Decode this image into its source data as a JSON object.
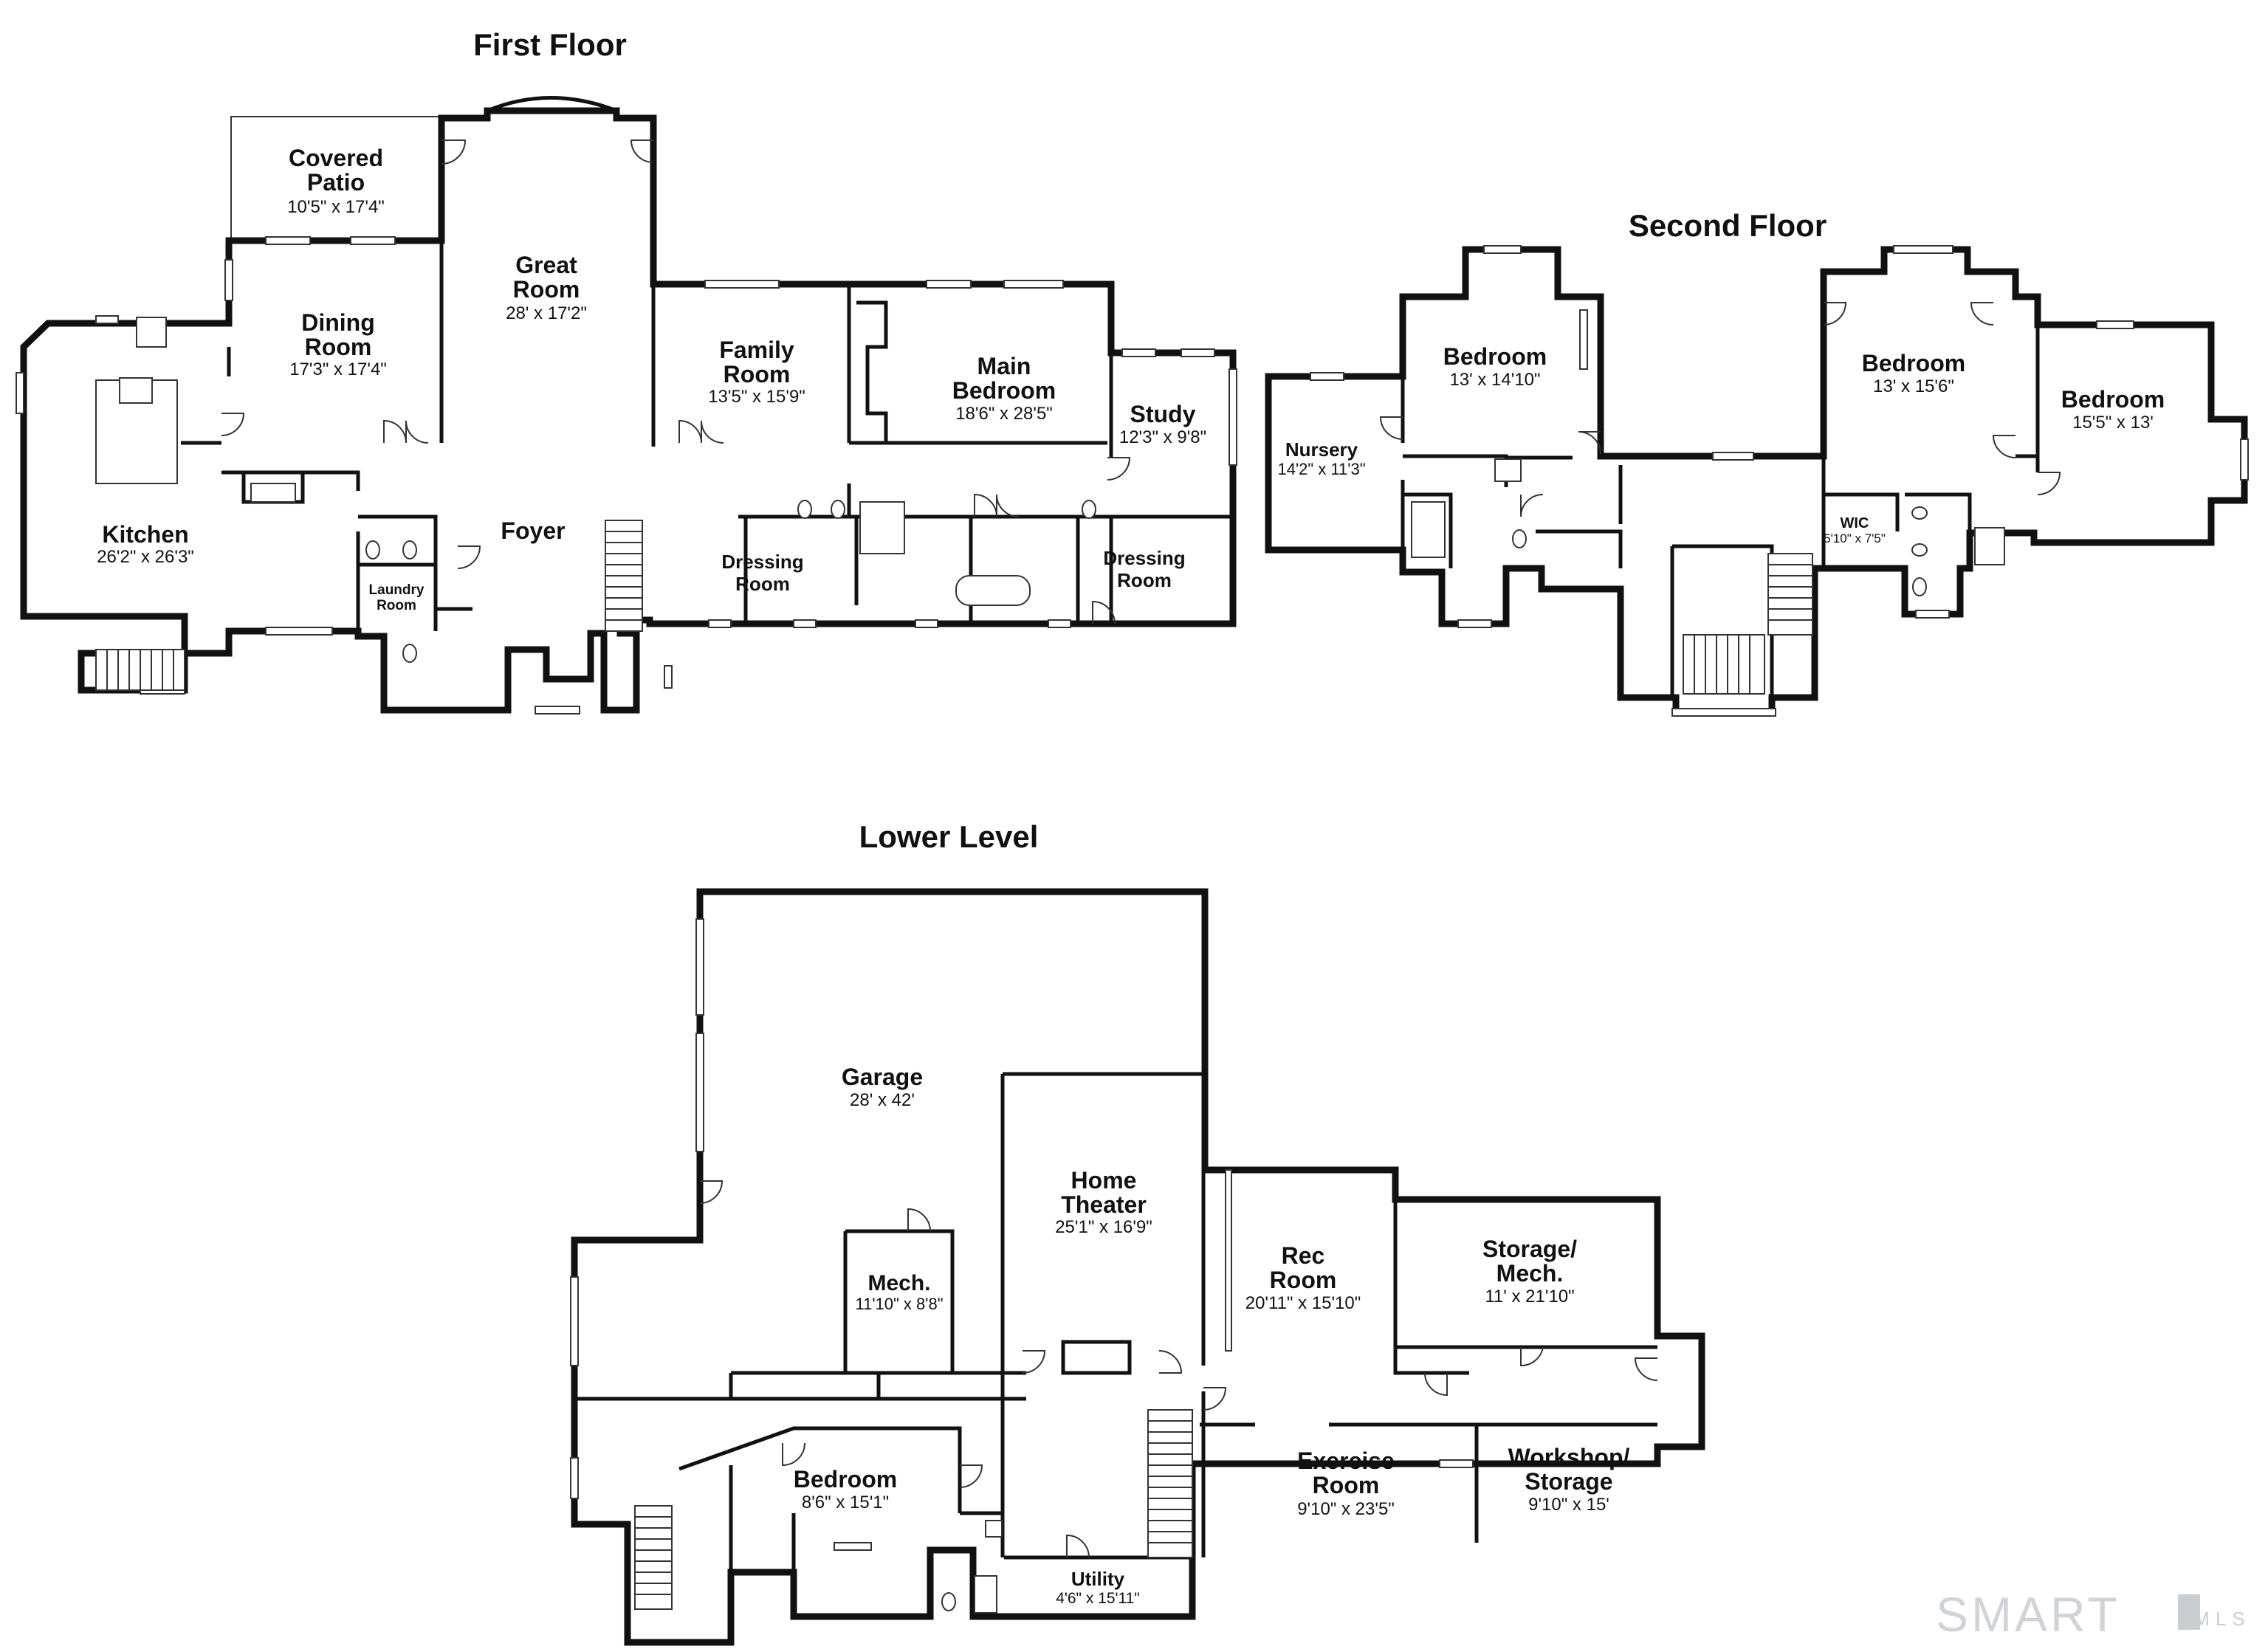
{
  "floors": {
    "first": {
      "title": "First Floor",
      "rooms": {
        "covered_patio": {
          "name_1": "Covered",
          "name_2": "Patio",
          "dims": "10'5\" x 17'4\""
        },
        "great_room": {
          "name_1": "Great",
          "name_2": "Room",
          "dims": "28' x 17'2\""
        },
        "dining_room": {
          "name_1": "Dining",
          "name_2": "Room",
          "dims": "17'3\" x 17'4\""
        },
        "family_room": {
          "name_1": "Family",
          "name_2": "Room",
          "dims": "13'5\" x 15'9\""
        },
        "main_bedroom": {
          "name_1": "Main",
          "name_2": "Bedroom",
          "dims": "18'6\" x 28'5\""
        },
        "study": {
          "name": "Study",
          "dims": "12'3\" x 9'8\""
        },
        "kitchen": {
          "name": "Kitchen",
          "dims": "26'2\" x 26'3\""
        },
        "foyer": {
          "name": "Foyer"
        },
        "laundry": {
          "name_1": "Laundry",
          "name_2": "Room"
        },
        "dressing_1": {
          "name_1": "Dressing",
          "name_2": "Room"
        },
        "dressing_2": {
          "name_1": "Dressing",
          "name_2": "Room"
        }
      }
    },
    "second": {
      "title": "Second Floor",
      "rooms": {
        "bedroom_1": {
          "name": "Bedroom",
          "dims": "13' x 14'10\""
        },
        "nursery": {
          "name": "Nursery",
          "dims": "14'2\" x 11'3\""
        },
        "bedroom_2": {
          "name": "Bedroom",
          "dims": "13' x 15'6\""
        },
        "bedroom_3": {
          "name": "Bedroom",
          "dims": "15'5\" x 13'"
        },
        "wic": {
          "name": "WIC",
          "dims": "5'10\" x 7'5\""
        }
      }
    },
    "lower": {
      "title": "Lower Level",
      "rooms": {
        "garage": {
          "name": "Garage",
          "dims": "28' x 42'"
        },
        "home_theater": {
          "name_1": "Home",
          "name_2": "Theater",
          "dims": "25'1\" x 16'9\""
        },
        "mech": {
          "name": "Mech.",
          "dims": "11'10\" x 8'8\""
        },
        "rec_room": {
          "name_1": "Rec",
          "name_2": "Room",
          "dims": "20'11\" x 15'10\""
        },
        "storage_mech": {
          "name_1": "Storage/",
          "name_2": "Mech.",
          "dims": "11' x 21'10\""
        },
        "bedroom": {
          "name": "Bedroom",
          "dims": "8'6\" x 15'1\""
        },
        "exercise_room": {
          "name_1": "Exercise",
          "name_2": "Room",
          "dims": "9'10\" x 23'5\""
        },
        "workshop_storage": {
          "name_1": "Workshop/",
          "name_2": "Storage",
          "dims": "9'10\" x 15'"
        },
        "utility": {
          "name": "Utility",
          "dims": "4'6\" x 15'11\""
        }
      }
    }
  },
  "logo": {
    "text": "SMART",
    "sub": "MLS"
  }
}
